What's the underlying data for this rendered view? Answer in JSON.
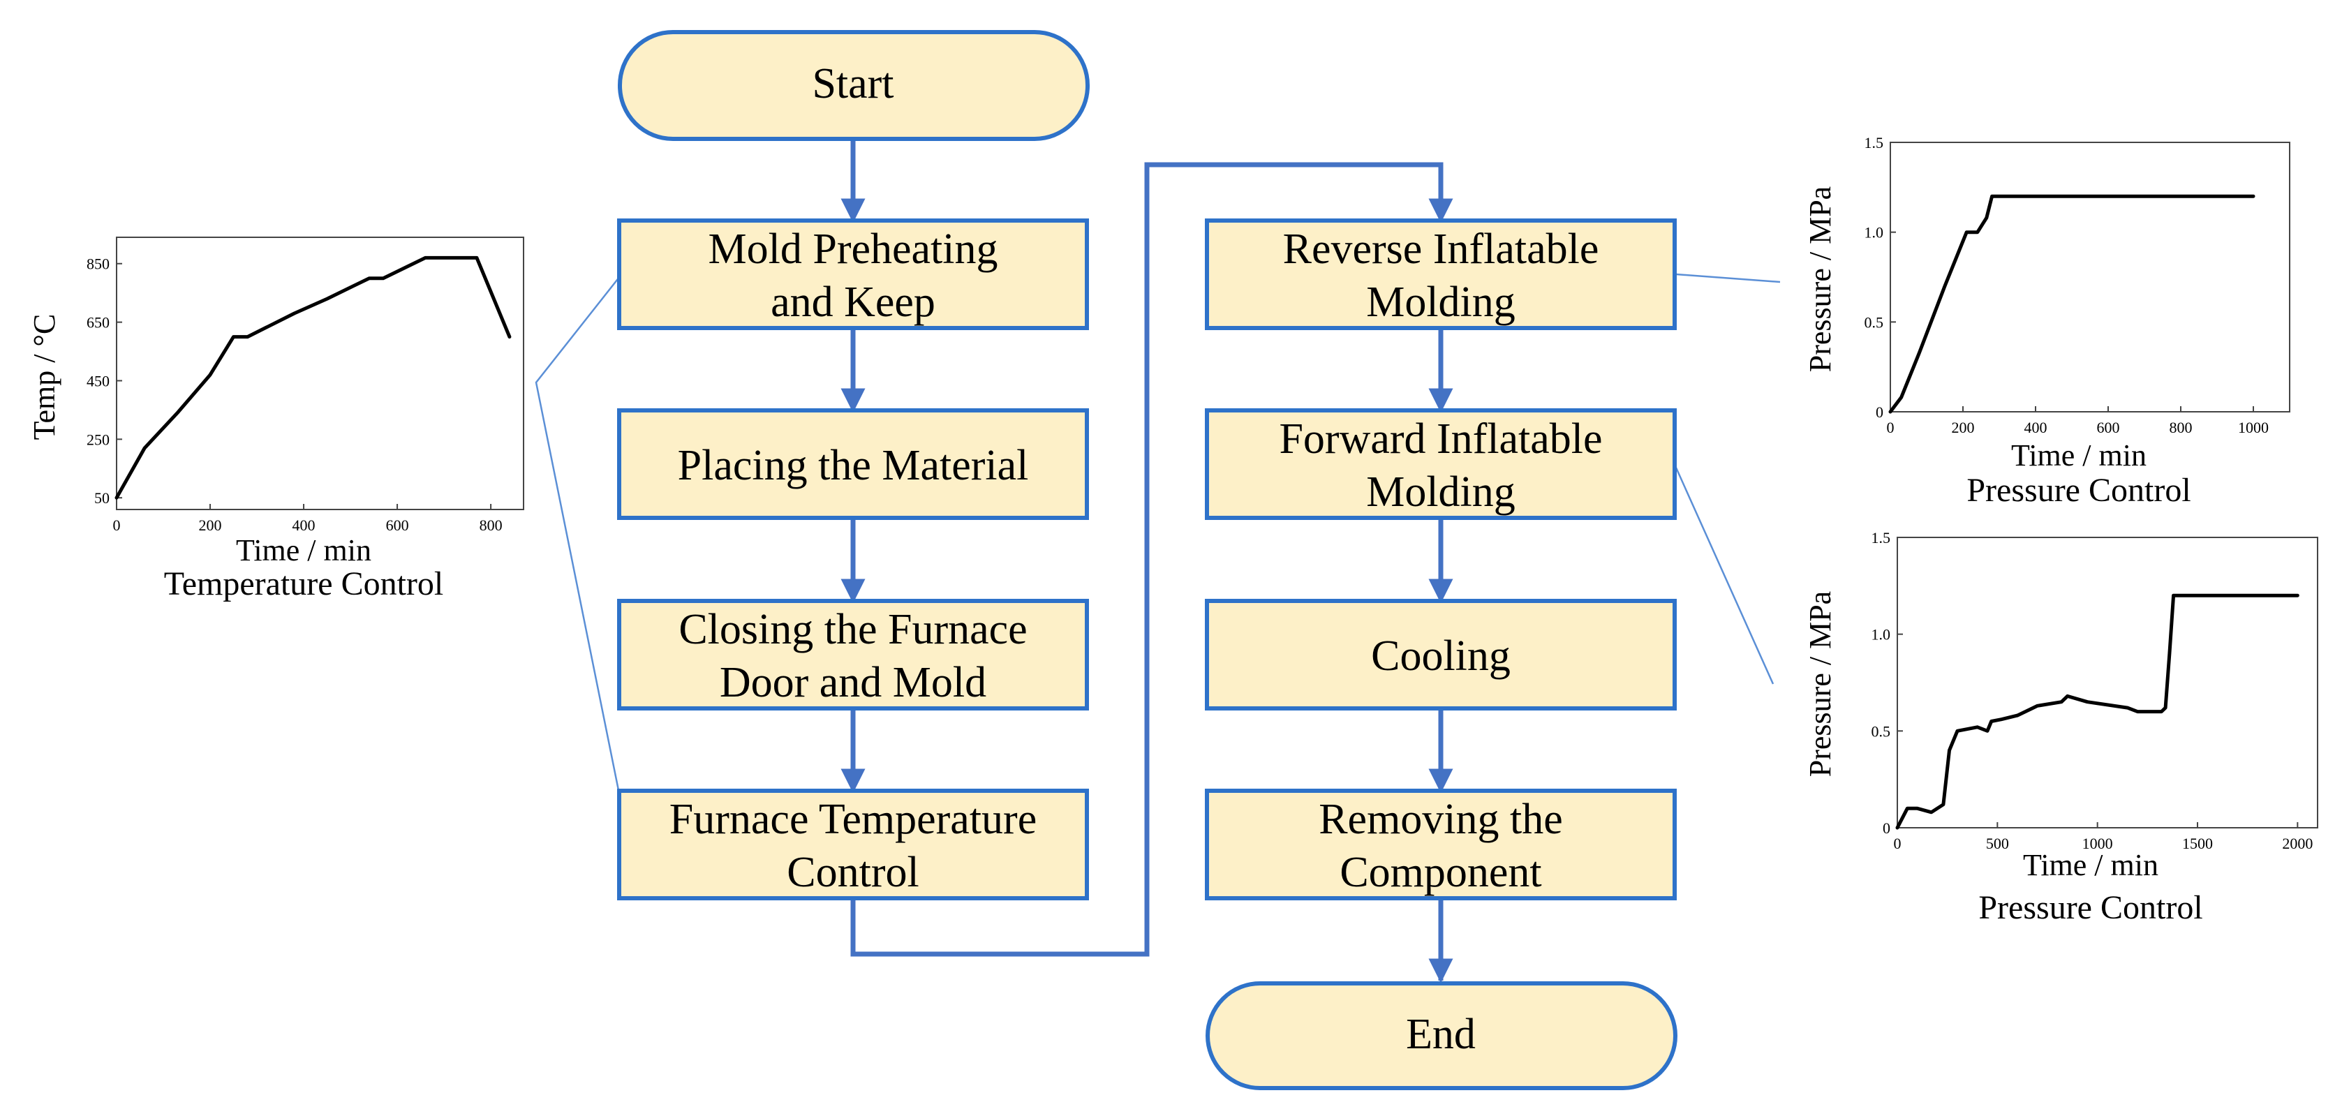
{
  "flowchart": {
    "start": "Start",
    "end": "End",
    "left_column": [
      [
        "Mold Preheating",
        "and Keep"
      ],
      [
        "Placing the Material"
      ],
      [
        "Closing the Furnace",
        "Door and Mold"
      ],
      [
        "Furnace Temperature",
        "Control"
      ]
    ],
    "right_column": [
      [
        "Reverse Inflatable",
        "Molding"
      ],
      [
        "Forward Inflatable",
        "Molding"
      ],
      [
        "Cooling"
      ],
      [
        "Removing the",
        "Component"
      ]
    ],
    "colors": {
      "node_fill": "#fdf0c8",
      "node_border": "#2e72c9",
      "arrow": "#4472c4"
    }
  },
  "chart_data": [
    {
      "type": "line",
      "xlabel": "Time / min",
      "ylabel": "Temp /  °C",
      "caption": "Temperature Control",
      "xticks": [
        0,
        200,
        400,
        600,
        800
      ],
      "yticks": [
        50,
        250,
        450,
        650,
        850
      ],
      "xlim": [
        0,
        870
      ],
      "ylim": [
        10,
        940
      ],
      "x": [
        0,
        60,
        130,
        200,
        250,
        280,
        380,
        450,
        540,
        570,
        660,
        770,
        840
      ],
      "y": [
        50,
        220,
        340,
        470,
        600,
        600,
        680,
        730,
        800,
        800,
        870,
        870,
        600
      ]
    },
    {
      "type": "line",
      "xlabel": "Time / min",
      "ylabel": "Pressure / MPa",
      "caption": "Pressure Control",
      "xticks": [
        0,
        200,
        400,
        600,
        800,
        1000
      ],
      "yticks": [
        0,
        0.5,
        1.0,
        1.5
      ],
      "xtick_labels": [
        "0",
        "200",
        "400",
        "600",
        "800",
        "1000"
      ],
      "ytick_labels": [
        "0",
        "0.5",
        "1.0",
        "1.5"
      ],
      "xlim": [
        0,
        1100
      ],
      "ylim": [
        0,
        1.5
      ],
      "x": [
        0,
        30,
        80,
        150,
        210,
        240,
        265,
        280,
        1000
      ],
      "y": [
        0,
        0.08,
        0.33,
        0.7,
        1.0,
        1.0,
        1.08,
        1.2,
        1.2
      ]
    },
    {
      "type": "line",
      "xlabel": "Time / min",
      "ylabel": "Pressure / MPa",
      "caption": "Pressure Control",
      "xticks": [
        0,
        500,
        1000,
        1500,
        2000
      ],
      "yticks": [
        0,
        0.5,
        1.0,
        1.5
      ],
      "xtick_labels": [
        "0",
        "500",
        "1000",
        "1500",
        "2000"
      ],
      "ytick_labels": [
        "0",
        "0.5",
        "1.0",
        "1.5"
      ],
      "xlim": [
        0,
        2100
      ],
      "ylim": [
        0,
        1.5
      ],
      "x": [
        0,
        50,
        100,
        170,
        230,
        260,
        300,
        400,
        450,
        470,
        520,
        600,
        700,
        820,
        850,
        950,
        1150,
        1200,
        1320,
        1340,
        1360,
        1380,
        2000
      ],
      "y": [
        0,
        0.1,
        0.1,
        0.08,
        0.12,
        0.4,
        0.5,
        0.52,
        0.5,
        0.55,
        0.56,
        0.58,
        0.63,
        0.65,
        0.68,
        0.65,
        0.62,
        0.6,
        0.6,
        0.62,
        0.9,
        1.2,
        1.2
      ]
    }
  ]
}
